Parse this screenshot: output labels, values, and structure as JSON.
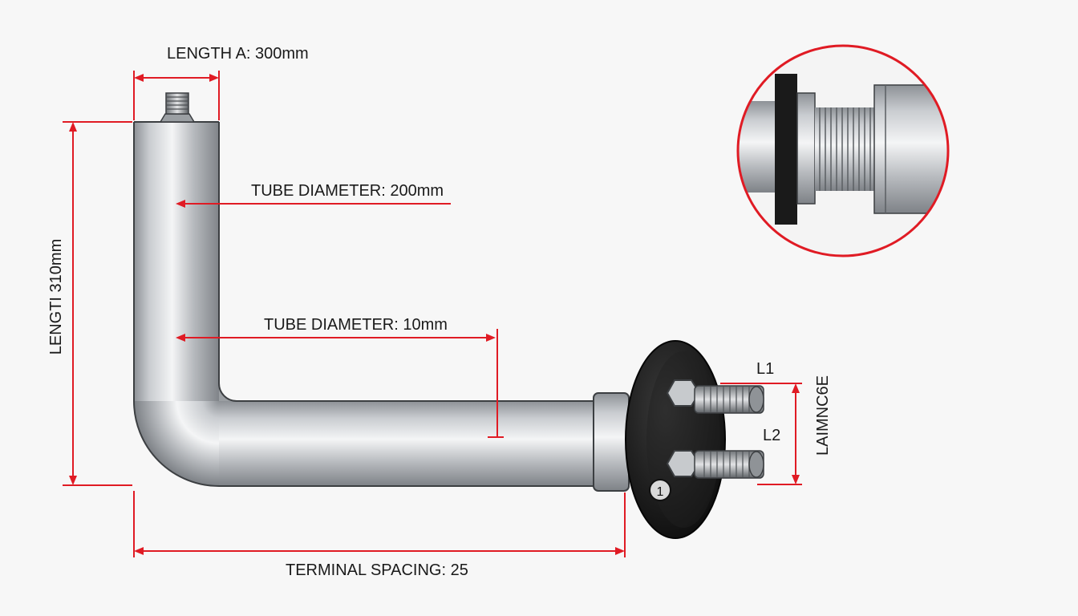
{
  "diagram": {
    "dimensions": {
      "length_a": "LENGTH A: 300mm",
      "tube_diameter_top": "TUBE DIAMETER: 200mm",
      "tube_diameter_mid": "TUBE DIAMETER: 10mm",
      "length_vertical": "LENGTI 310mm",
      "terminal_spacing": "TERMINAL SPACING: 25",
      "right_vertical": "LAIMNC6E"
    },
    "terminals": {
      "l1": "L1",
      "l2": "L2",
      "flange_mark": "1"
    },
    "colors": {
      "dimension_line": "#e01b24",
      "tube_metal": "#b9bcc0",
      "flange": "#1c1c1c",
      "background": "#f7f7f7"
    }
  }
}
